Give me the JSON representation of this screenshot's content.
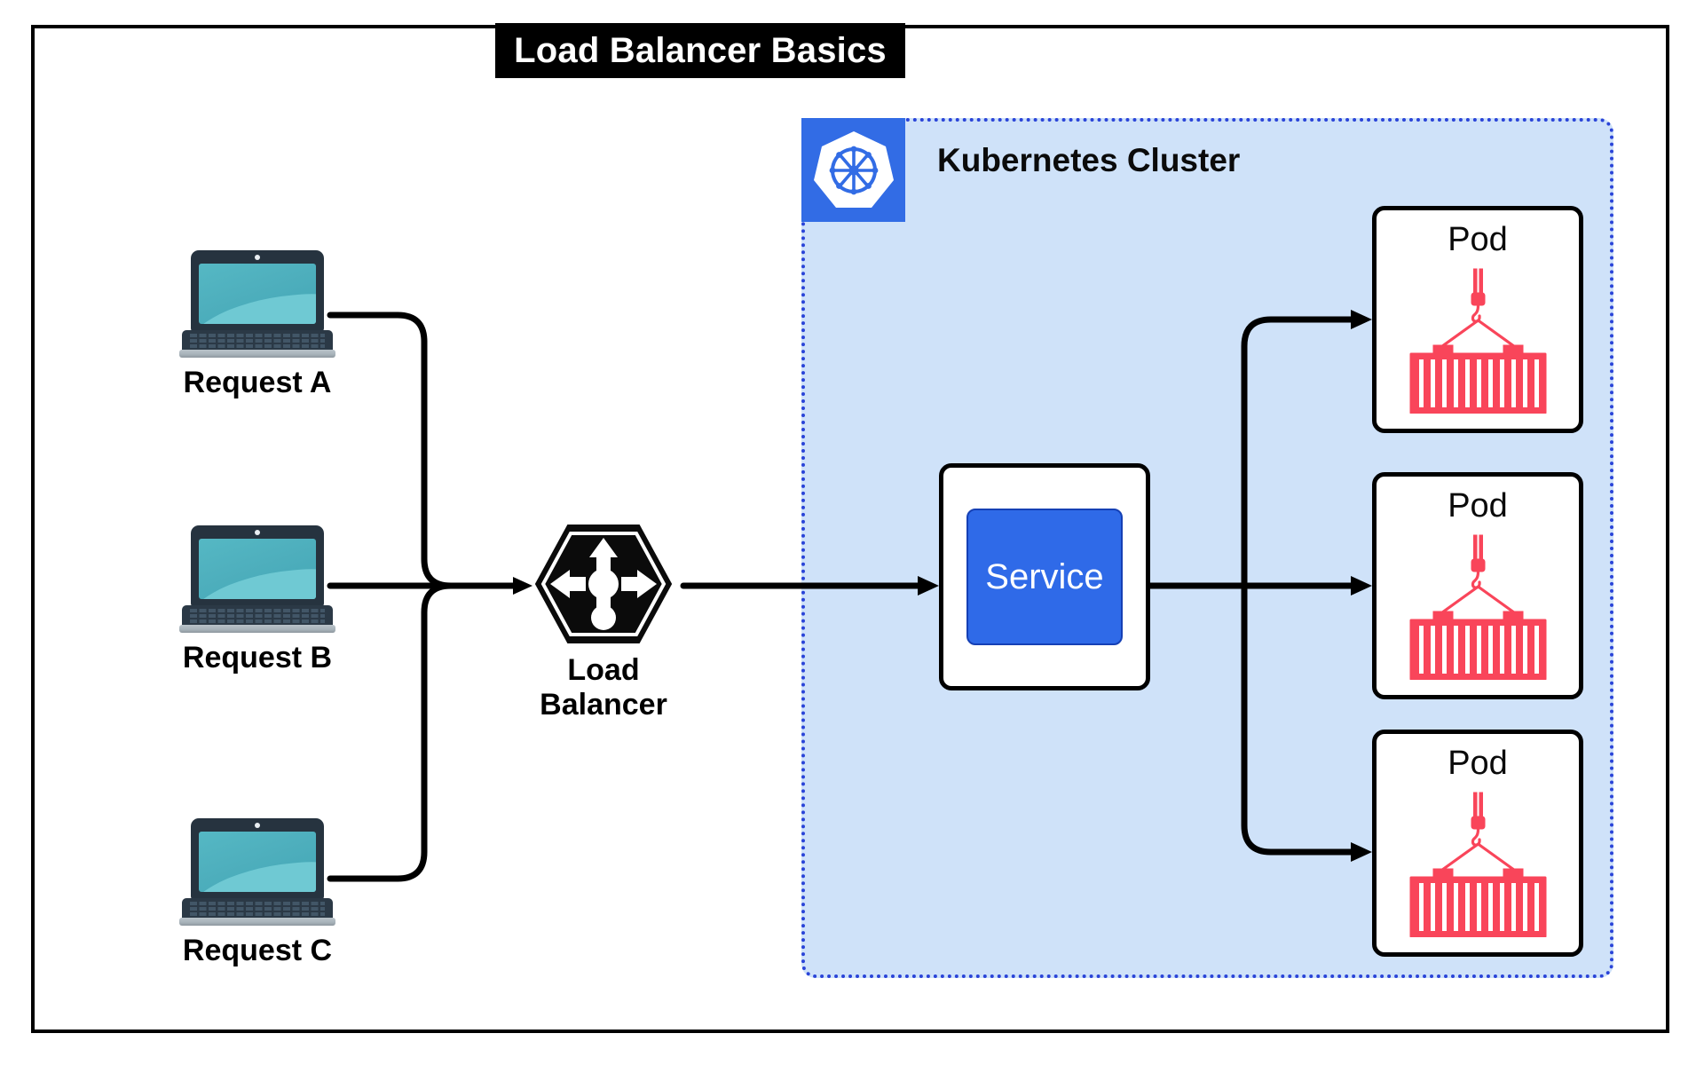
{
  "title": "Load Balancer Basics",
  "colors": {
    "frame_border": "#000000",
    "title_bg": "#000000",
    "title_text": "#ffffff",
    "cluster_bg": "#cfe2f9",
    "cluster_border": "#2a44d8",
    "k8s_blue": "#326ce5",
    "service_blue": "#2f6ae8",
    "pod_container_red": "#f9455a",
    "laptop_screen_teal": "#4eafbd",
    "laptop_body_navy": "#26333f",
    "wire": "#000000"
  },
  "clients": [
    {
      "label": "Request A",
      "icon": "laptop-icon"
    },
    {
      "label": "Request B",
      "icon": "laptop-icon"
    },
    {
      "label": "Request C",
      "icon": "laptop-icon"
    }
  ],
  "load_balancer": {
    "label_line1": "Load",
    "label_line2": "Balancer",
    "icon": "load-balancer-hexagon-icon"
  },
  "cluster": {
    "title": "Kubernetes Cluster",
    "logo_icon": "kubernetes-helm-icon",
    "service": {
      "label": "Service",
      "icon": "service-chip"
    },
    "pods": [
      {
        "label": "Pod",
        "icon": "container-crane-icon"
      },
      {
        "label": "Pod",
        "icon": "container-crane-icon"
      },
      {
        "label": "Pod",
        "icon": "container-crane-icon"
      }
    ]
  },
  "connections": {
    "clients_to_lb": "3 request lines merge into one arrow into Load Balancer",
    "lb_to_service": "single arrow from Load Balancer into Service",
    "service_to_pods": "single line from Service splits into 3 arrows, one per Pod"
  }
}
